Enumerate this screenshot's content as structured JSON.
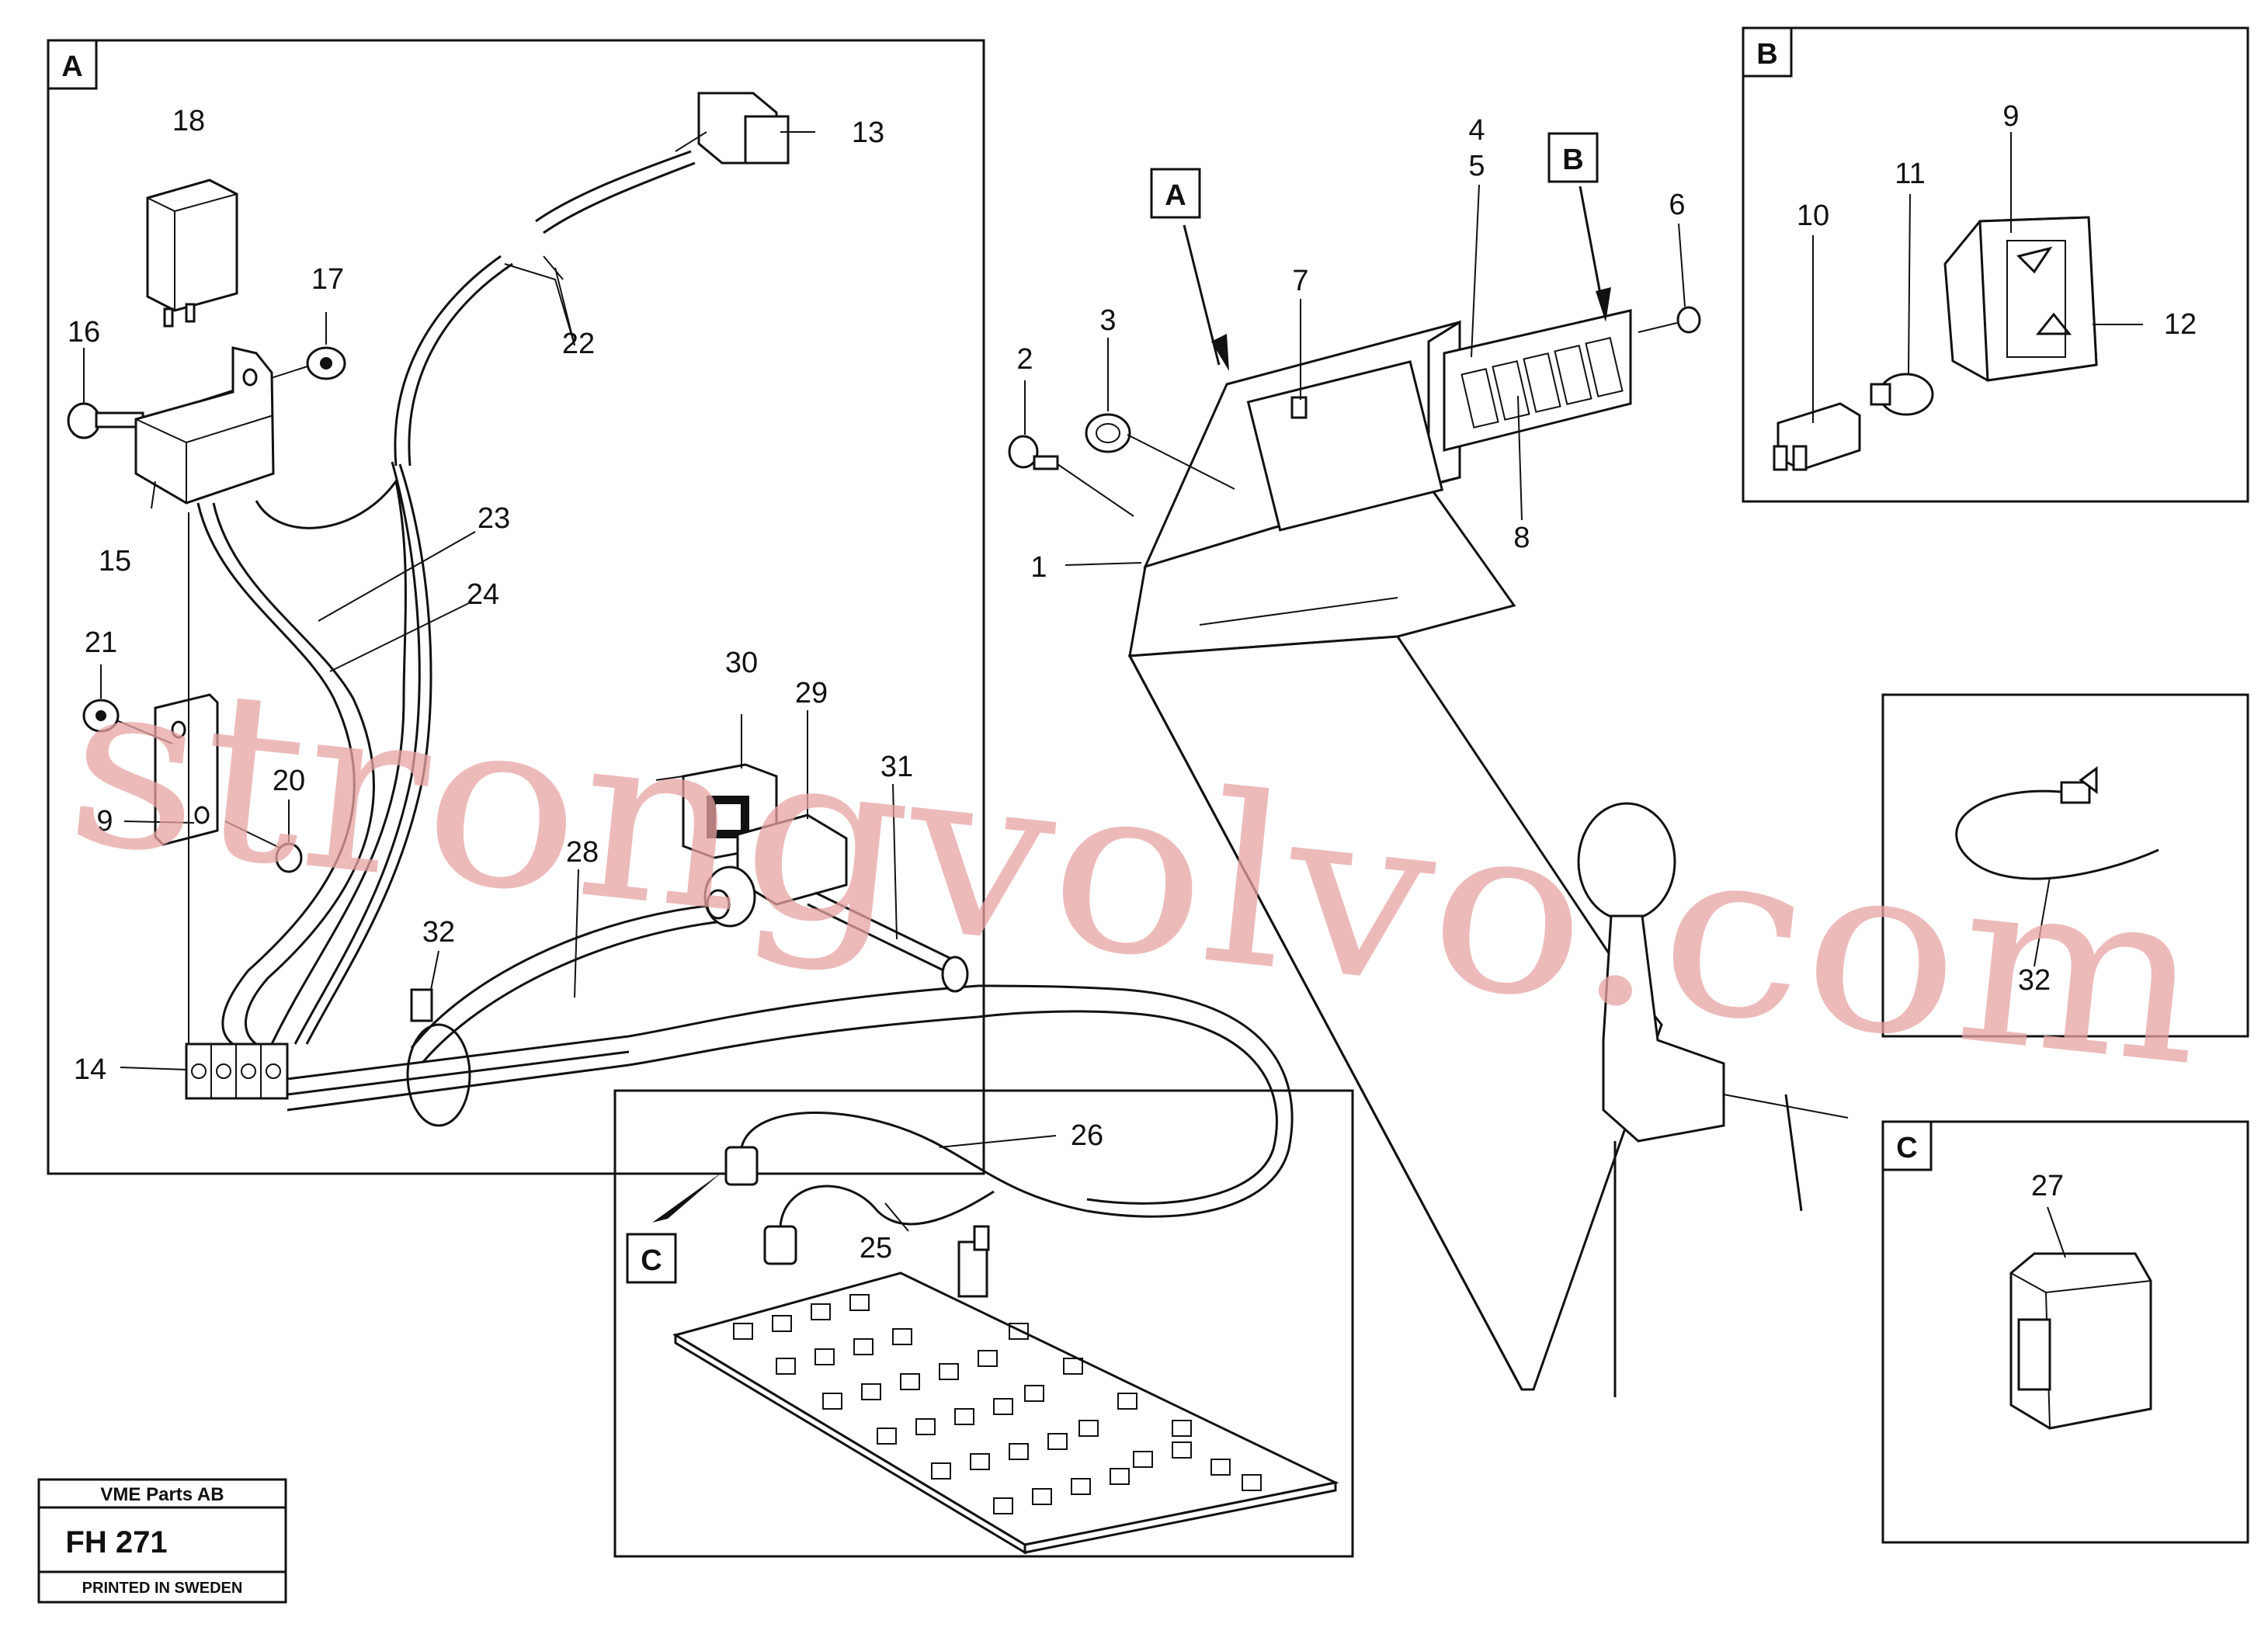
{
  "callouts": {
    "c1": "1",
    "c2": "2",
    "c3": "3",
    "c4": "4",
    "c5": "5",
    "c6": "6",
    "c7": "7",
    "c8": "8",
    "c9_right": "9",
    "c10": "10",
    "c11": "11",
    "c12": "12",
    "c13": "13",
    "c14": "14",
    "c15": "15",
    "c16": "16",
    "c17": "17",
    "c18": "18",
    "c9_left": "9",
    "c20": "20",
    "c21": "21",
    "c22": "22",
    "c23": "23",
    "c24": "24",
    "c25": "25",
    "c26": "26",
    "c27": "27",
    "c28": "28",
    "c29": "29",
    "c30": "30",
    "c31": "31",
    "c32_left": "32",
    "c32_right": "32"
  },
  "detail_tags": {
    "panel_a": "A",
    "panel_b": "B",
    "panel_c": "C",
    "pointer_a": "A",
    "pointer_b": "B",
    "pointer_c": "C"
  },
  "title_block": {
    "company": "VME Parts AB",
    "drawing_number": "FH 271",
    "printed": "PRINTED IN SWEDEN"
  },
  "watermark": "strongvolvo.com"
}
